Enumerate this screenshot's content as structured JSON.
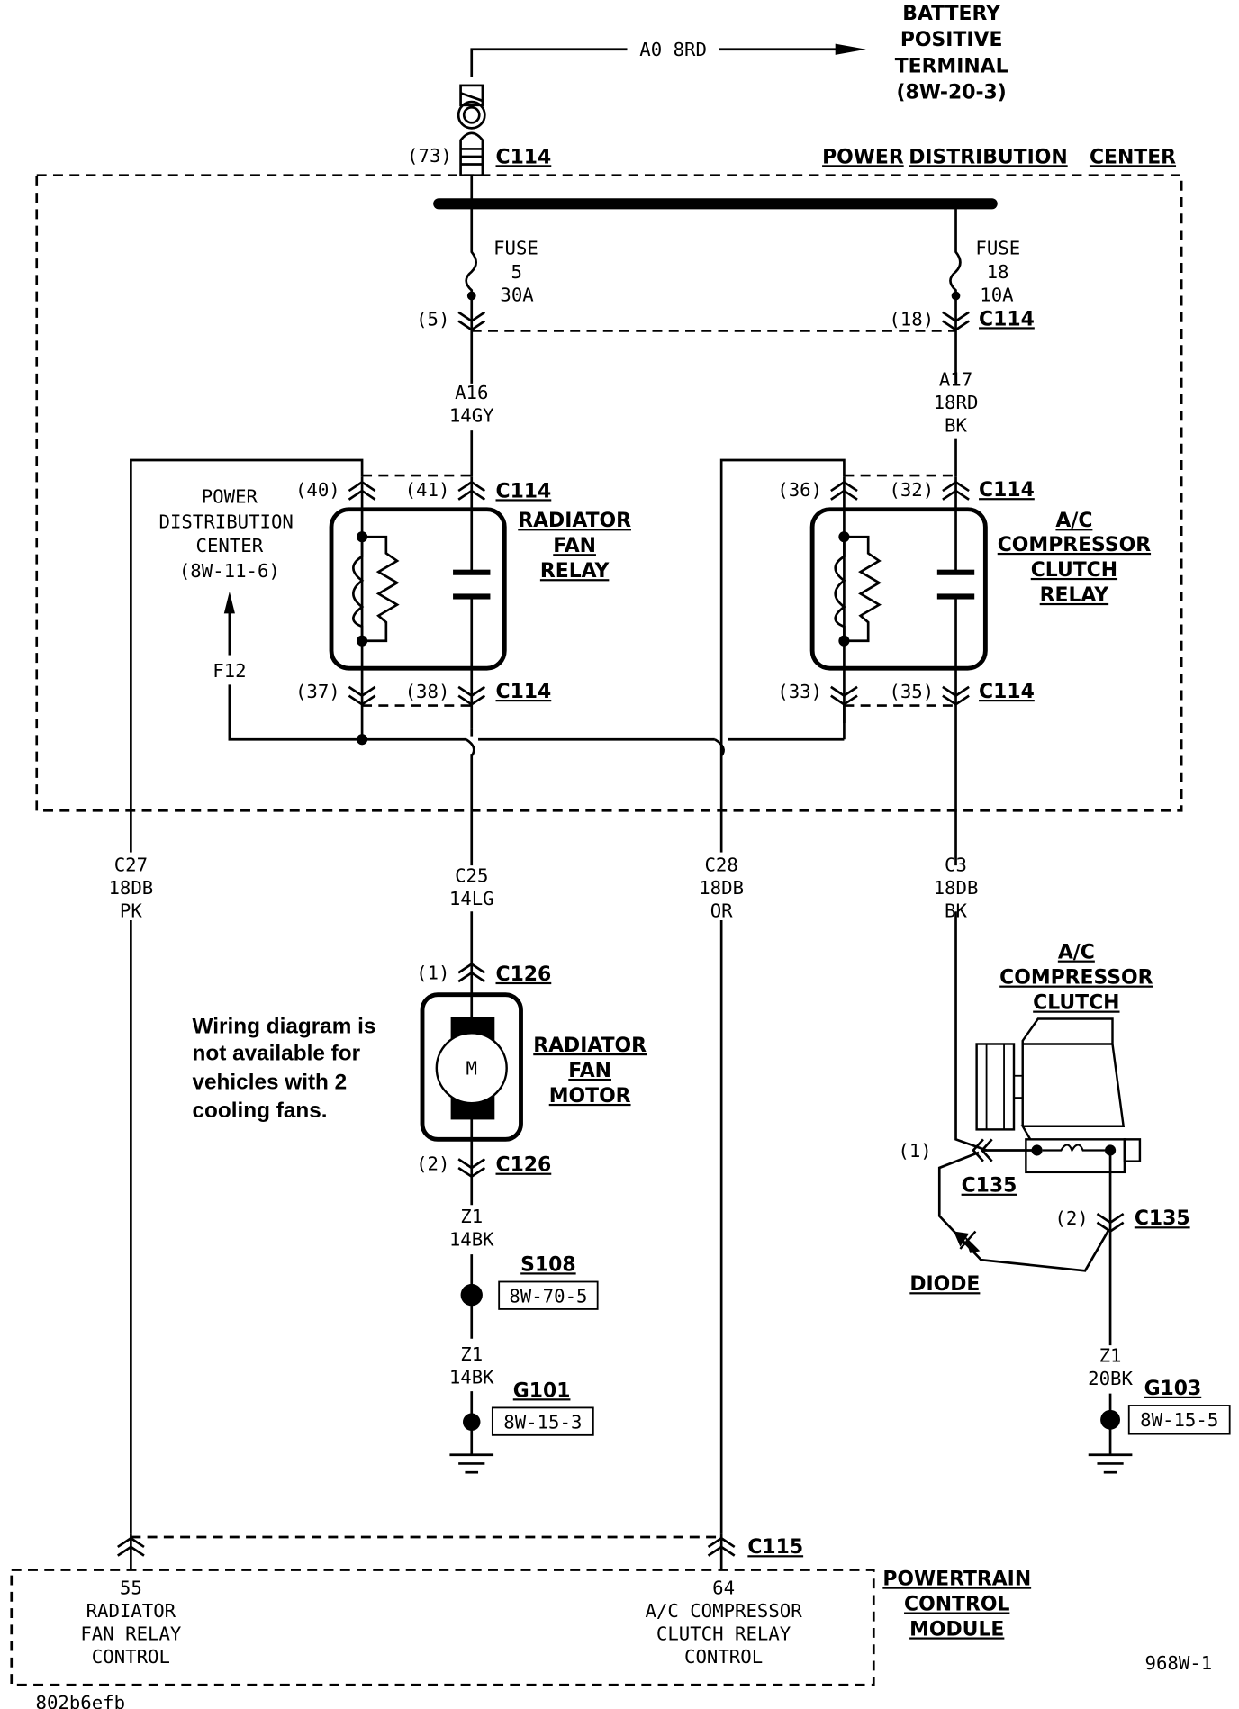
{
  "battery": {
    "lines": [
      "BATTERY",
      "POSITIVE",
      "TERMINAL",
      "(8W-20-3)"
    ],
    "wire": "A0 8RD"
  },
  "pdc": {
    "title": [
      "POWER",
      "DISTRIBUTION",
      "CENTER"
    ],
    "main_connector": {
      "pin": "(73)",
      "name": "C114"
    },
    "fuses": [
      {
        "label": [
          "FUSE",
          "5",
          "30A"
        ],
        "pin": "(5)",
        "connector": "",
        "wire": [
          "A16",
          "14GY"
        ]
      },
      {
        "label": [
          "FUSE",
          "18",
          "10A"
        ],
        "pin": "(18)",
        "connector": "C114",
        "wire": [
          "A17",
          "18RD",
          "BK"
        ]
      }
    ],
    "ref": {
      "lines": [
        "POWER",
        "DISTRIBUTION",
        "CENTER",
        "(8W-11-6)"
      ],
      "circuit": "F12"
    }
  },
  "radiator_relay": {
    "name": [
      "RADIATOR",
      "FAN",
      "RELAY"
    ],
    "pins_top": [
      "(40)",
      "(41)"
    ],
    "pins_bottom": [
      "(37)",
      "(38)"
    ],
    "connector": "C114"
  },
  "ac_relay": {
    "name": [
      "A/C",
      "COMPRESSOR",
      "CLUTCH",
      "RELAY"
    ],
    "pins_top": [
      "(36)",
      "(32)"
    ],
    "pins_bottom": [
      "(33)",
      "(35)"
    ],
    "connector": "C114"
  },
  "wires": {
    "c27": [
      "C27",
      "18DB",
      "PK"
    ],
    "c25": [
      "C25",
      "14LG"
    ],
    "c28": [
      "C28",
      "18DB",
      "OR"
    ],
    "c3": [
      "C3",
      "18DB",
      "BK"
    ],
    "z1_a": [
      "Z1",
      "14BK"
    ],
    "z1_b": [
      "Z1",
      "14BK"
    ],
    "z1_c": [
      "Z1",
      "20BK"
    ]
  },
  "fan_motor": {
    "name": [
      "RADIATOR",
      "FAN",
      "MOTOR"
    ],
    "symbol": "M",
    "pin_top": "(1)",
    "pin_bottom": "(2)",
    "connector": "C126"
  },
  "note": [
    "Wiring diagram is",
    "not available for",
    "vehicles with 2",
    "cooling fans."
  ],
  "splice": {
    "name": "S108",
    "ref": "8W-70-5"
  },
  "ground1": {
    "name": "G101",
    "ref": "8W-15-3"
  },
  "ground2": {
    "name": "G103",
    "ref": "8W-15-5"
  },
  "ac_clutch": {
    "name": [
      "A/C",
      "COMPRESSOR",
      "CLUTCH"
    ],
    "pin1": "(1)",
    "pin2": "(2)",
    "connector": "C135",
    "diode": "DIODE"
  },
  "pcm": {
    "name": [
      "POWERTRAIN",
      "CONTROL",
      "MODULE"
    ],
    "connector": "C115",
    "pin55": [
      "55",
      "RADIATOR",
      "FAN RELAY",
      "CONTROL"
    ],
    "pin64": [
      "64",
      "A/C COMPRESSOR",
      "CLUTCH RELAY",
      "CONTROL"
    ]
  },
  "footer": {
    "page_id": "968W-1",
    "image_code": "802b6efb"
  }
}
